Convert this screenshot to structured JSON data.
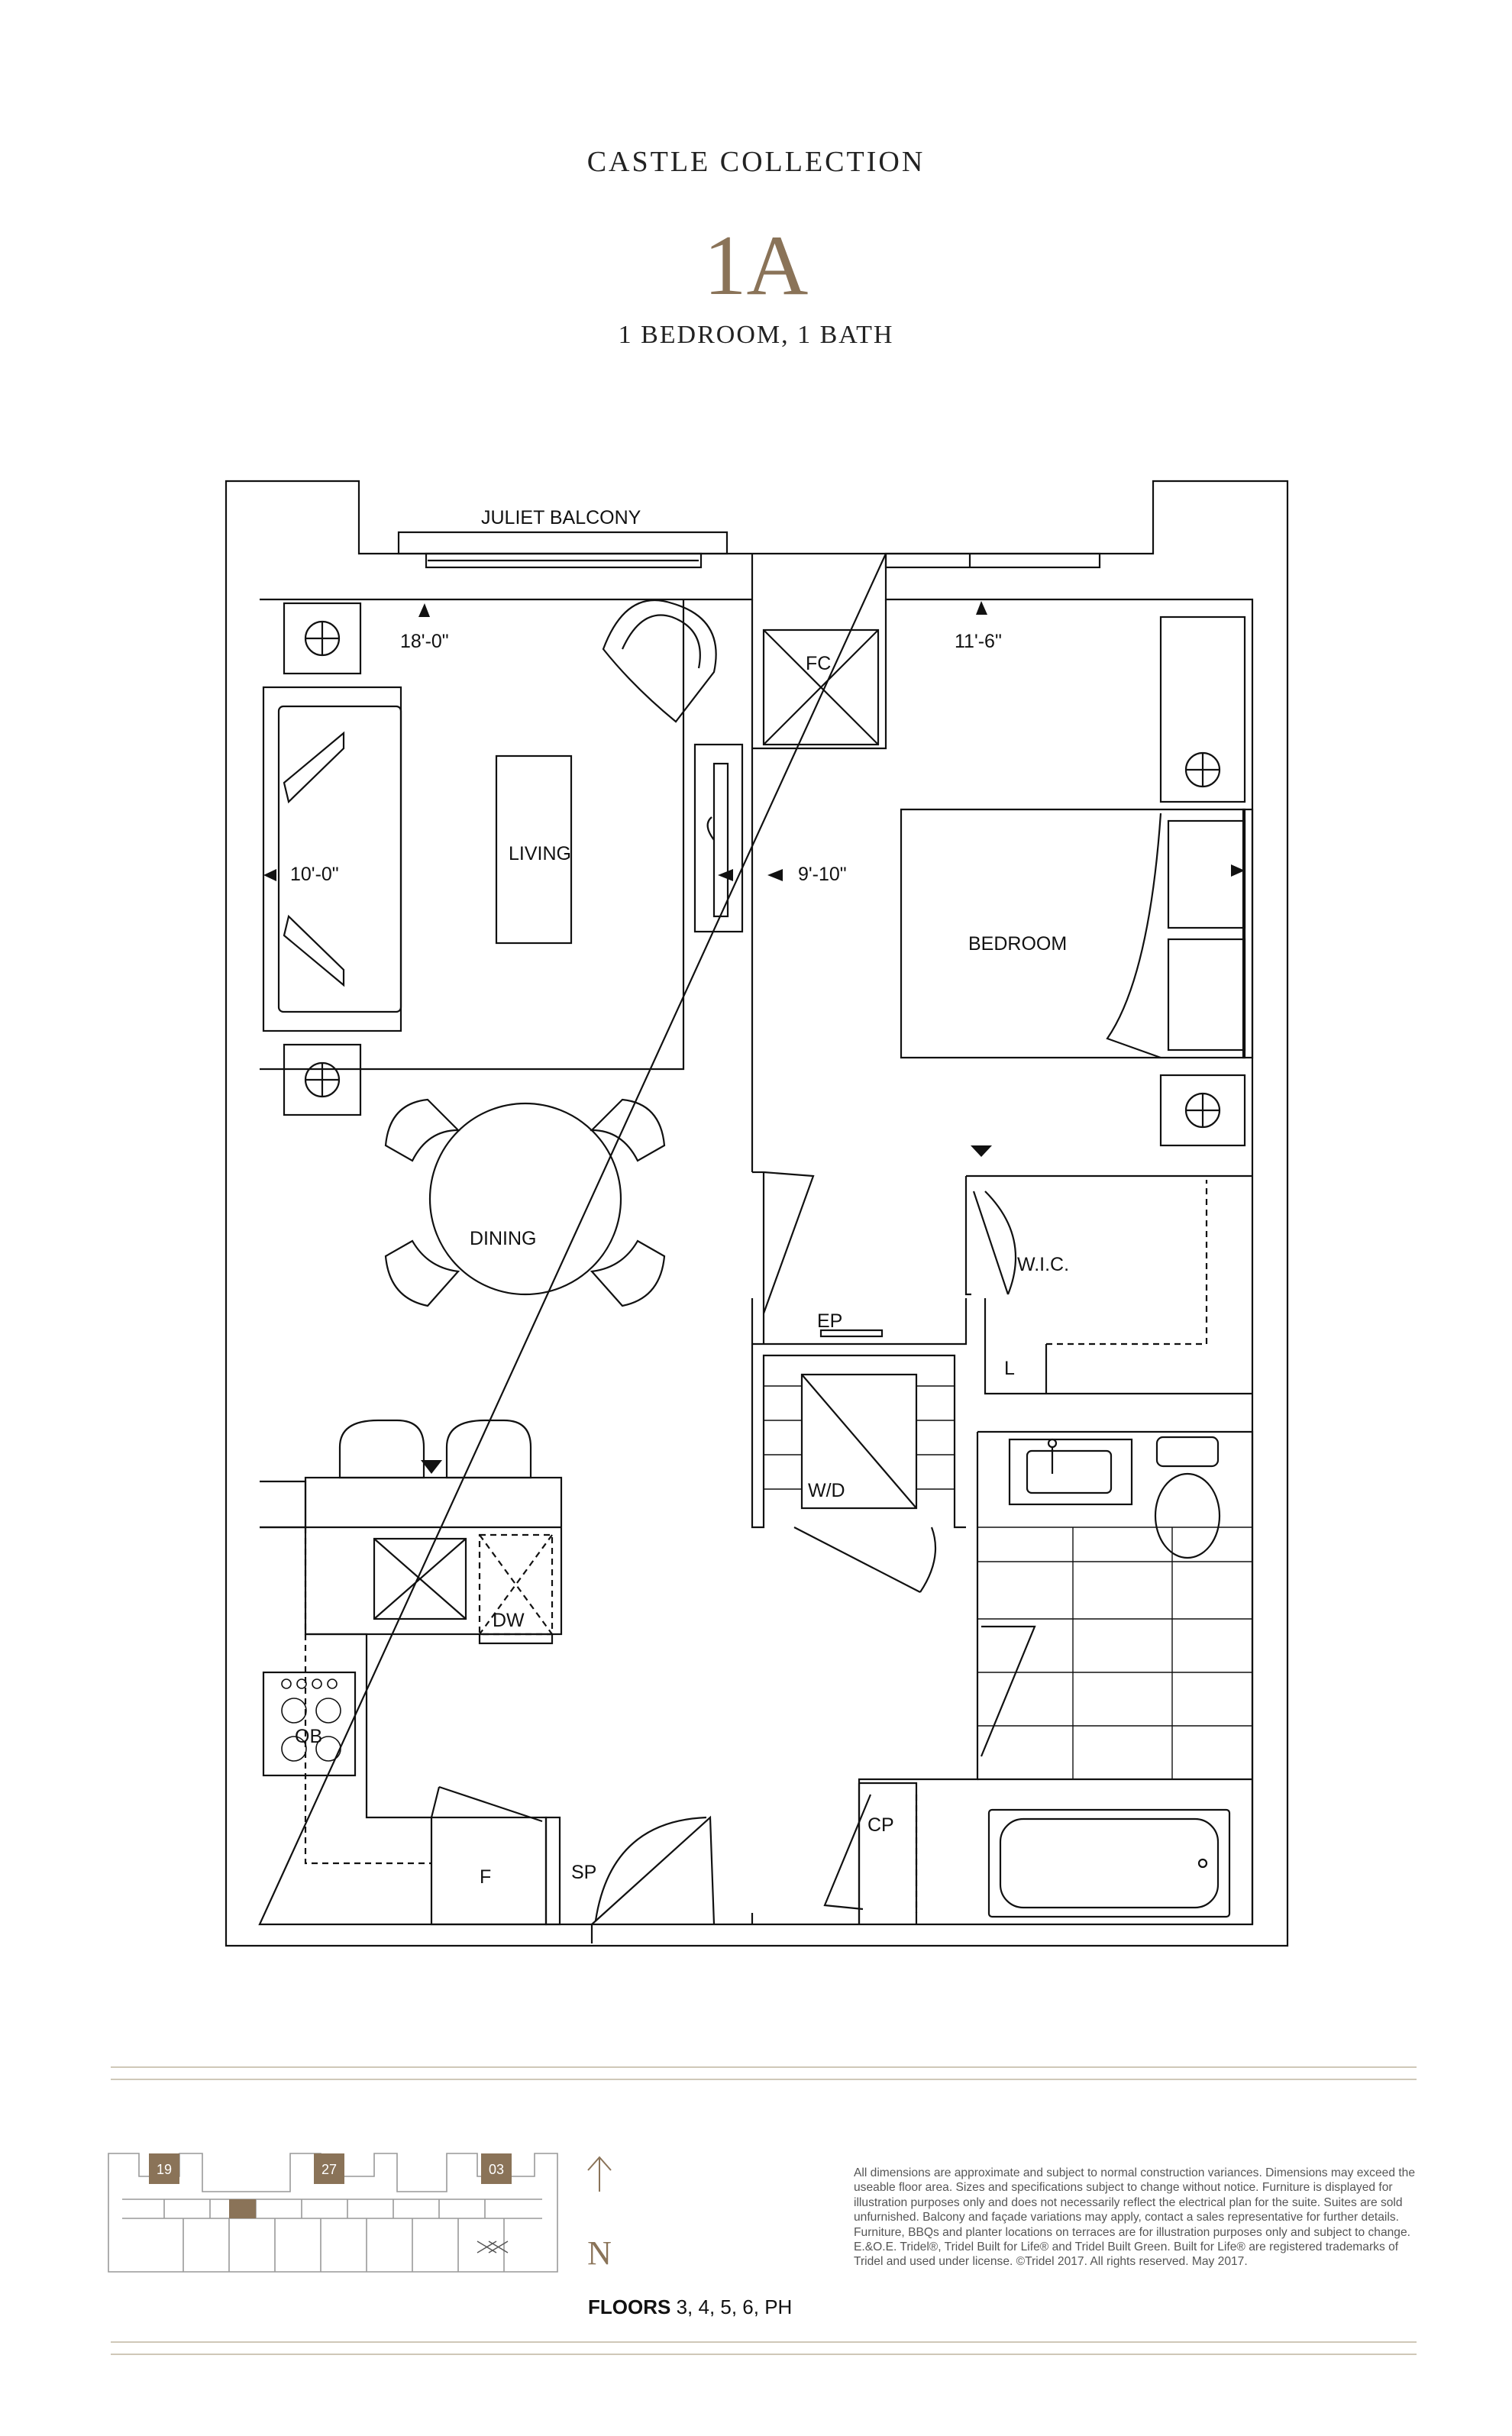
{
  "header": {
    "collection": "CASTLE COLLECTION",
    "suite_name": "1A",
    "suite_type": "1 BEDROOM, 1 BATH"
  },
  "floorplan": {
    "rooms": {
      "living": "LIVING",
      "bedroom": "BEDROOM",
      "dining": "DINING",
      "wic": "W.I.C.",
      "balcony": "JULIET BALCONY"
    },
    "dimensions": {
      "living_width": "18'-0\"",
      "living_depth": "10'-0\"",
      "bedroom_width": "11'-6\"",
      "bedroom_depth": "9'-10\""
    },
    "fixtures": {
      "fc": "FC",
      "ep": "EP",
      "l": "L",
      "wd": "W/D",
      "dw": "DW",
      "ob": "OB",
      "f": "F",
      "sp": "SP",
      "cp": "CP"
    }
  },
  "keyplan": {
    "units": [
      "19",
      "27",
      "03"
    ],
    "compass": "N",
    "floors_label": "FLOORS",
    "floors_values": "3, 4, 5, 6, PH",
    "unit_color": "#8a7358"
  },
  "disclaimer": "All dimensions are approximate and subject to normal construction variances. Dimensions may exceed the useable floor area. Sizes and specifications subject to change without notice. Furniture is displayed for illustration purposes only and does not necessarily reflect the electrical plan for the suite. Suites are sold unfurnished. Balcony and façade variations may apply, contact a sales representative for further details. Furniture, BBQs and planter locations on terraces are for illustration purposes only and subject to change. E.&O.E. Tridel®, Tridel Built for Life® and Tridel Built Green. Built for Life® are registered trademarks of Tridel and used under license. ©Tridel 2017. All rights reserved. May 2017.",
  "colors": {
    "accent": "#8a7358",
    "rule": "#cfc8b8"
  }
}
